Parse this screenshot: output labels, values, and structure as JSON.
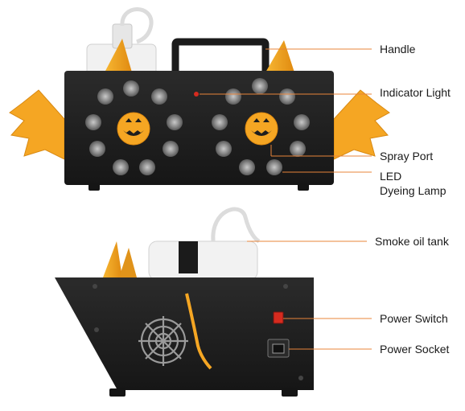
{
  "labels": {
    "handle": "Handle",
    "indicator_light": "Indicator Light",
    "spray_port": "Spray Port",
    "led_line1": "LED",
    "led_line2": "Dyeing Lamp",
    "smoke_oil_tank": "Smoke oil tank",
    "power_switch": "Power Switch",
    "power_socket": "Power Socket"
  },
  "colors": {
    "accent_orange": "#f5a623",
    "leader_line": "#e8843a",
    "body_black": "#1e1e1e",
    "indicator_red": "#d62b1f"
  },
  "icons": [
    "jack-o-lantern-icon",
    "spider-web-icon",
    "bat-wing-icon"
  ]
}
